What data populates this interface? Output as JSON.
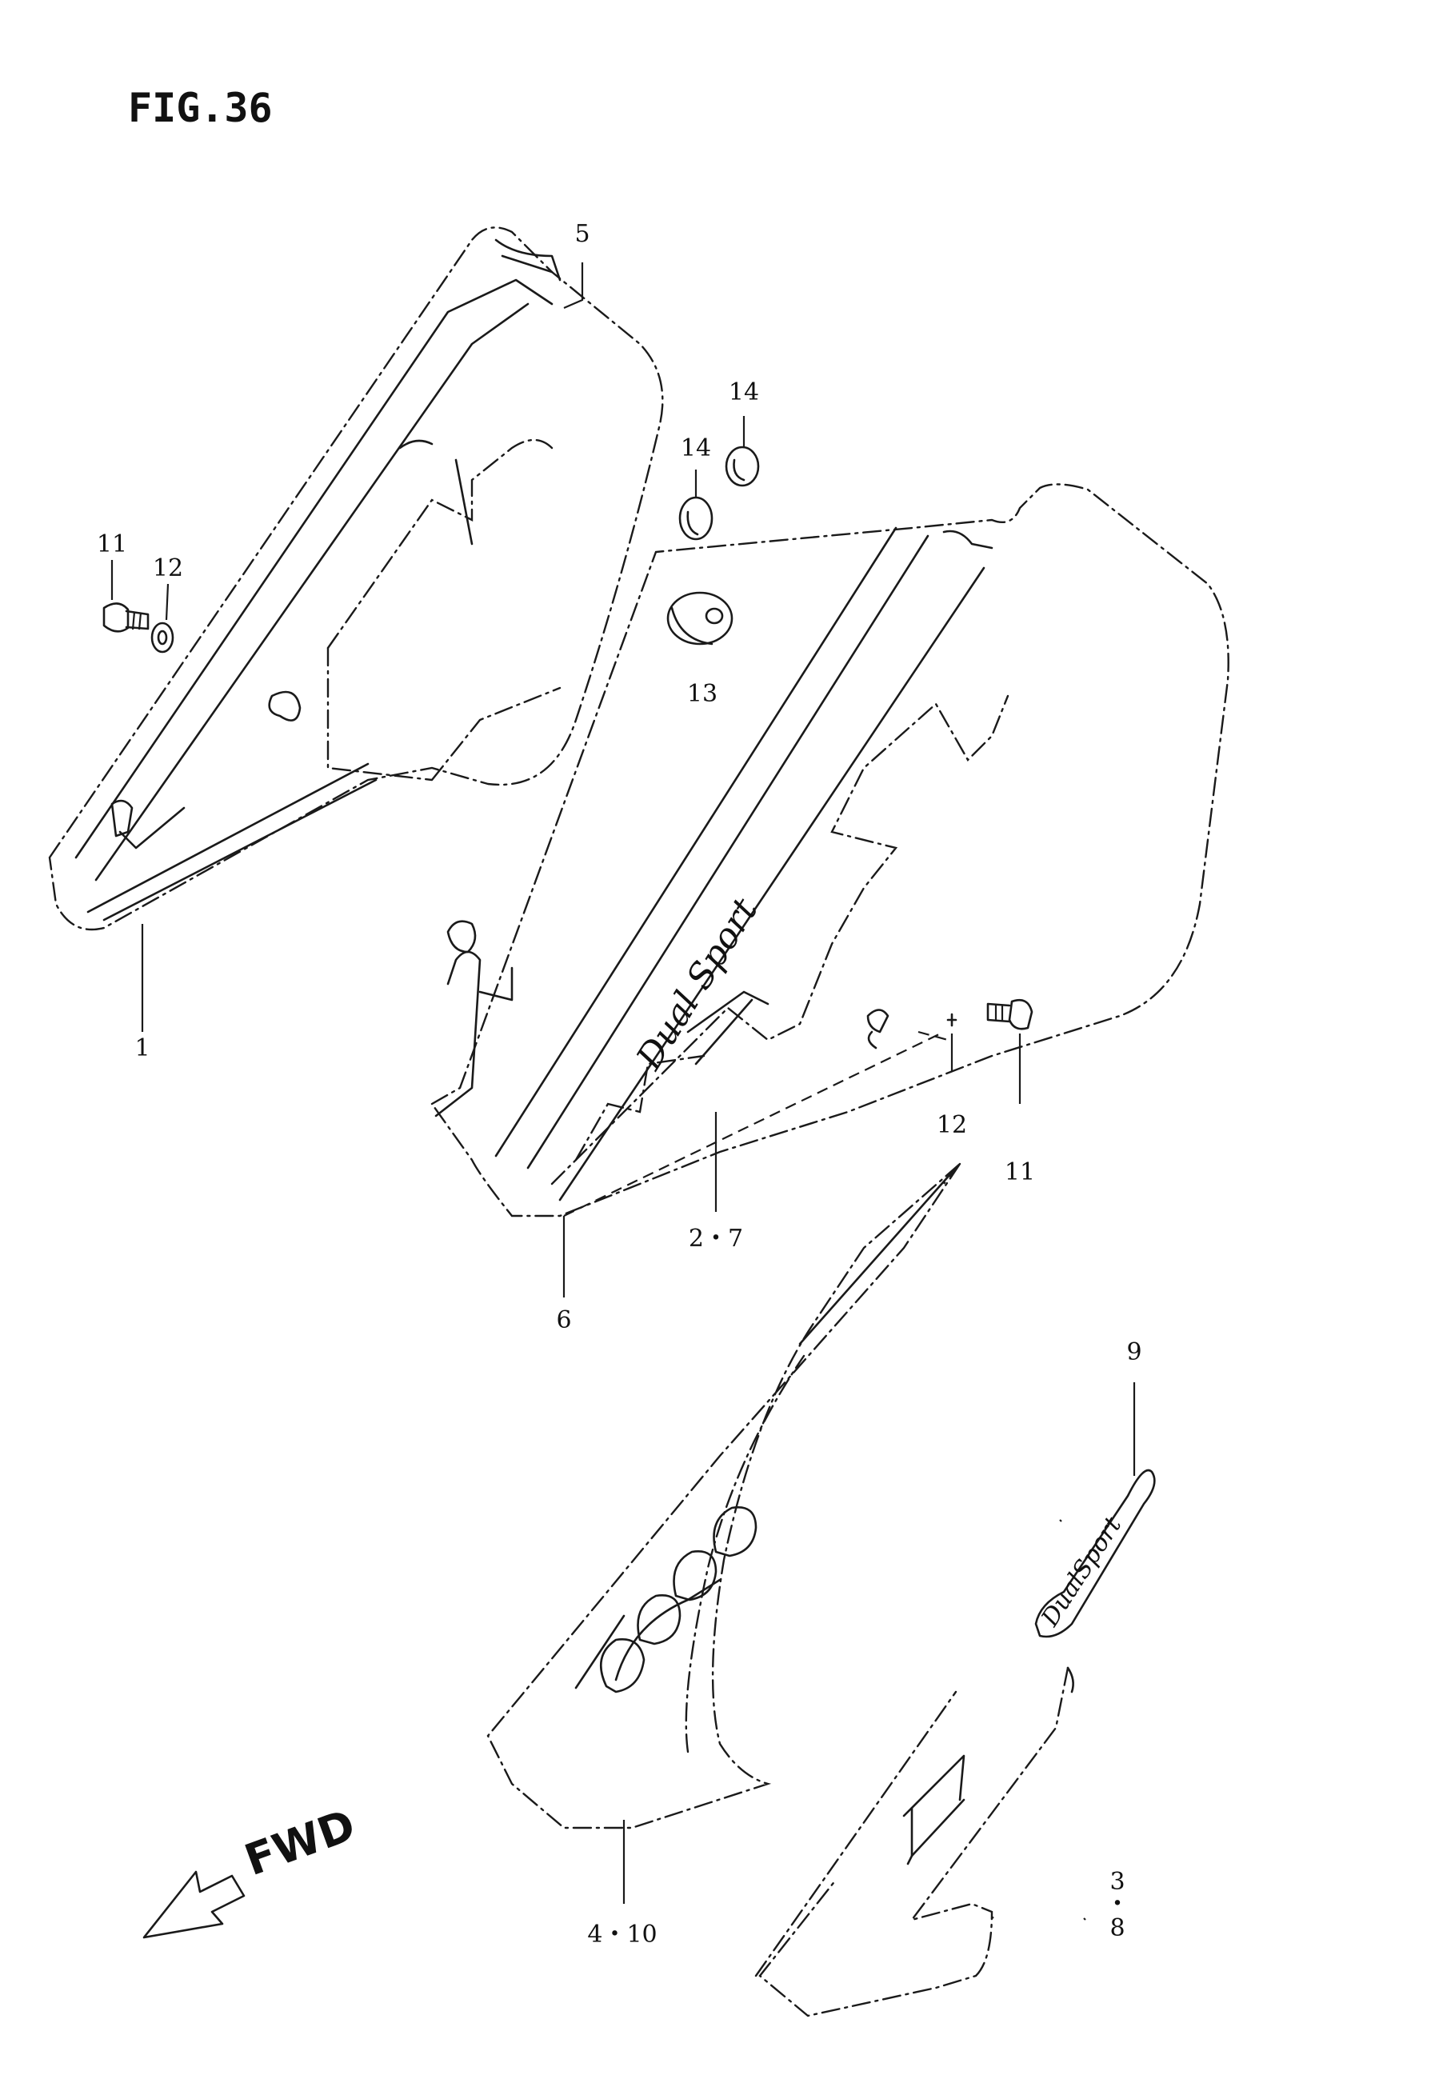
{
  "figure_title": "FIG.36",
  "direction_label": "FWD",
  "callouts": {
    "c1": "1",
    "c2_7": "2・7",
    "c3": "3",
    "c3_dot": "・",
    "c8": "8",
    "c4_10": "4・10",
    "c5": "5",
    "c6": "6",
    "c9": "9",
    "c11_left": "11",
    "c11_right": "11",
    "c12_left": "12",
    "c12_right": "12",
    "c13": "13",
    "c14_upper": "14",
    "c14_lower": "14"
  },
  "icons": [
    "fwd-arrow-icon"
  ]
}
